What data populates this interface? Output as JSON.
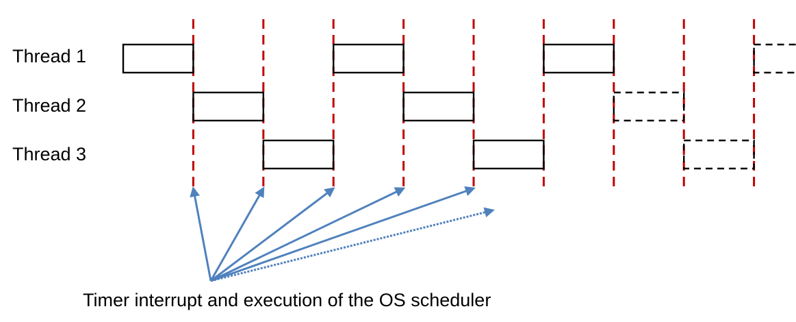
{
  "threads": [
    {
      "label": "Thread 1"
    },
    {
      "label": "Thread 2"
    },
    {
      "label": "Thread 3"
    }
  ],
  "caption": "Timer interrupt and execution of the OS scheduler",
  "time_slices": [
    {
      "thread": 1,
      "slot": 0,
      "style": "solid"
    },
    {
      "thread": 2,
      "slot": 1,
      "style": "solid"
    },
    {
      "thread": 3,
      "slot": 2,
      "style": "solid"
    },
    {
      "thread": 1,
      "slot": 3,
      "style": "solid"
    },
    {
      "thread": 2,
      "slot": 4,
      "style": "solid"
    },
    {
      "thread": 3,
      "slot": 5,
      "style": "solid"
    },
    {
      "thread": 1,
      "slot": 6,
      "style": "solid"
    },
    {
      "thread": 2,
      "slot": 7,
      "style": "dashed"
    },
    {
      "thread": 3,
      "slot": 8,
      "style": "dashed"
    },
    {
      "thread": 1,
      "slot": 9,
      "style": "dashed"
    }
  ],
  "interrupt_lines": 9,
  "arrows": [
    {
      "target_line": 1,
      "style": "solid"
    },
    {
      "target_line": 2,
      "style": "solid"
    },
    {
      "target_line": 3,
      "style": "solid"
    },
    {
      "target_line": 4,
      "style": "solid"
    },
    {
      "target_line": 5,
      "style": "solid"
    },
    {
      "target_line": 6,
      "style": "dotted"
    }
  ],
  "colors": {
    "interrupt_line": "#c00000",
    "arrow": "#4f81bd",
    "box": "#000000"
  }
}
